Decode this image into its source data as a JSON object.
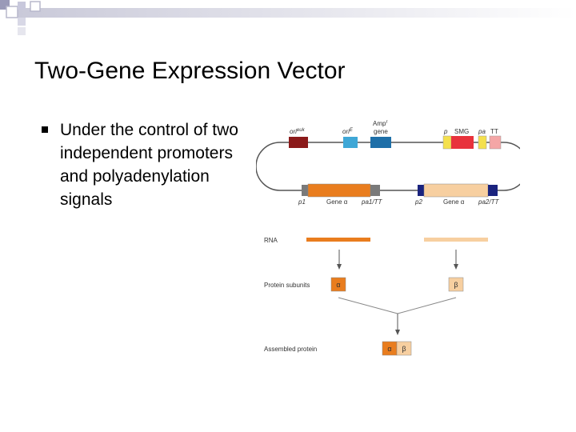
{
  "slide": {
    "title": "Two-Gene Expression Vector",
    "bullets": [
      "Under the control of two independent promoters and polyadenylation signals"
    ]
  },
  "diagram": {
    "top_labels": {
      "ori_euk": {
        "base": "ori",
        "sup": "euk"
      },
      "ori_e": {
        "base": "ori",
        "sup": "E"
      },
      "amp": {
        "base": "Amp",
        "sup": "r",
        "line2": "gene"
      },
      "p": "p",
      "smg": "SMG",
      "pa": "pa",
      "tt": "TT"
    },
    "bottom_labels": {
      "p1": "p1",
      "gene_a1": "Gene α",
      "pa1_tt": "pa1/TT",
      "p2": "p2",
      "gene_a2": "Gene α",
      "pa2_tt": "pa2/TT"
    },
    "row_labels": {
      "rna": "RNA",
      "protein_subunits": "Protein subunits",
      "assembled_protein": "Assembled protein"
    },
    "subunits": {
      "alpha": "α",
      "beta": "β"
    },
    "colors": {
      "ori_euk": "#8b1a1a",
      "ori_e": "#3fa7d6",
      "amp": "#1e6fa8",
      "promoter_small": "#f4e04d",
      "smg": "#e8323c",
      "tt": "#f4a6a6",
      "gene_alpha": "#e97d1e",
      "gene_beta": "#f7cfa0",
      "promoter_p1": "#7a7a7a",
      "promoter_p2": "#1a237e",
      "line": "#555555"
    }
  }
}
